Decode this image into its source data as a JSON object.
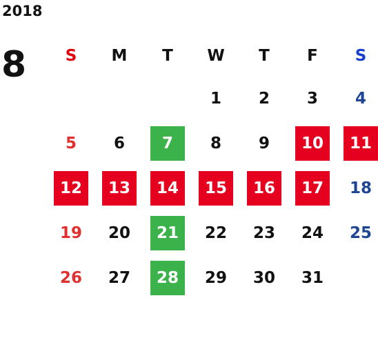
{
  "year": "2018",
  "month": "8",
  "weekdays": [
    "S",
    "M",
    "T",
    "W",
    "T",
    "F",
    "S"
  ],
  "weeks": [
    [
      {
        "d": ""
      },
      {
        "d": ""
      },
      {
        "d": ""
      },
      {
        "d": "1"
      },
      {
        "d": "2"
      },
      {
        "d": "3"
      },
      {
        "d": "4"
      }
    ],
    [
      {
        "d": "5"
      },
      {
        "d": "6"
      },
      {
        "d": "7",
        "mark": "event"
      },
      {
        "d": "8"
      },
      {
        "d": "9"
      },
      {
        "d": "10",
        "mark": "holiday"
      },
      {
        "d": "11",
        "mark": "holiday"
      }
    ],
    [
      {
        "d": "12",
        "mark": "holiday"
      },
      {
        "d": "13",
        "mark": "holiday"
      },
      {
        "d": "14",
        "mark": "holiday"
      },
      {
        "d": "15",
        "mark": "holiday"
      },
      {
        "d": "16",
        "mark": "holiday"
      },
      {
        "d": "17",
        "mark": "holiday"
      },
      {
        "d": "18"
      }
    ],
    [
      {
        "d": "19"
      },
      {
        "d": "20"
      },
      {
        "d": "21",
        "mark": "event"
      },
      {
        "d": "22"
      },
      {
        "d": "23"
      },
      {
        "d": "24"
      },
      {
        "d": "25"
      }
    ],
    [
      {
        "d": "26"
      },
      {
        "d": "27"
      },
      {
        "d": "28",
        "mark": "event"
      },
      {
        "d": "29"
      },
      {
        "d": "30"
      },
      {
        "d": "31"
      },
      {
        "d": ""
      }
    ]
  ],
  "colors": {
    "holiday": "#e60020",
    "event": "#3bb34a",
    "sunday": "#e03030",
    "saturday": "#1f4595"
  }
}
